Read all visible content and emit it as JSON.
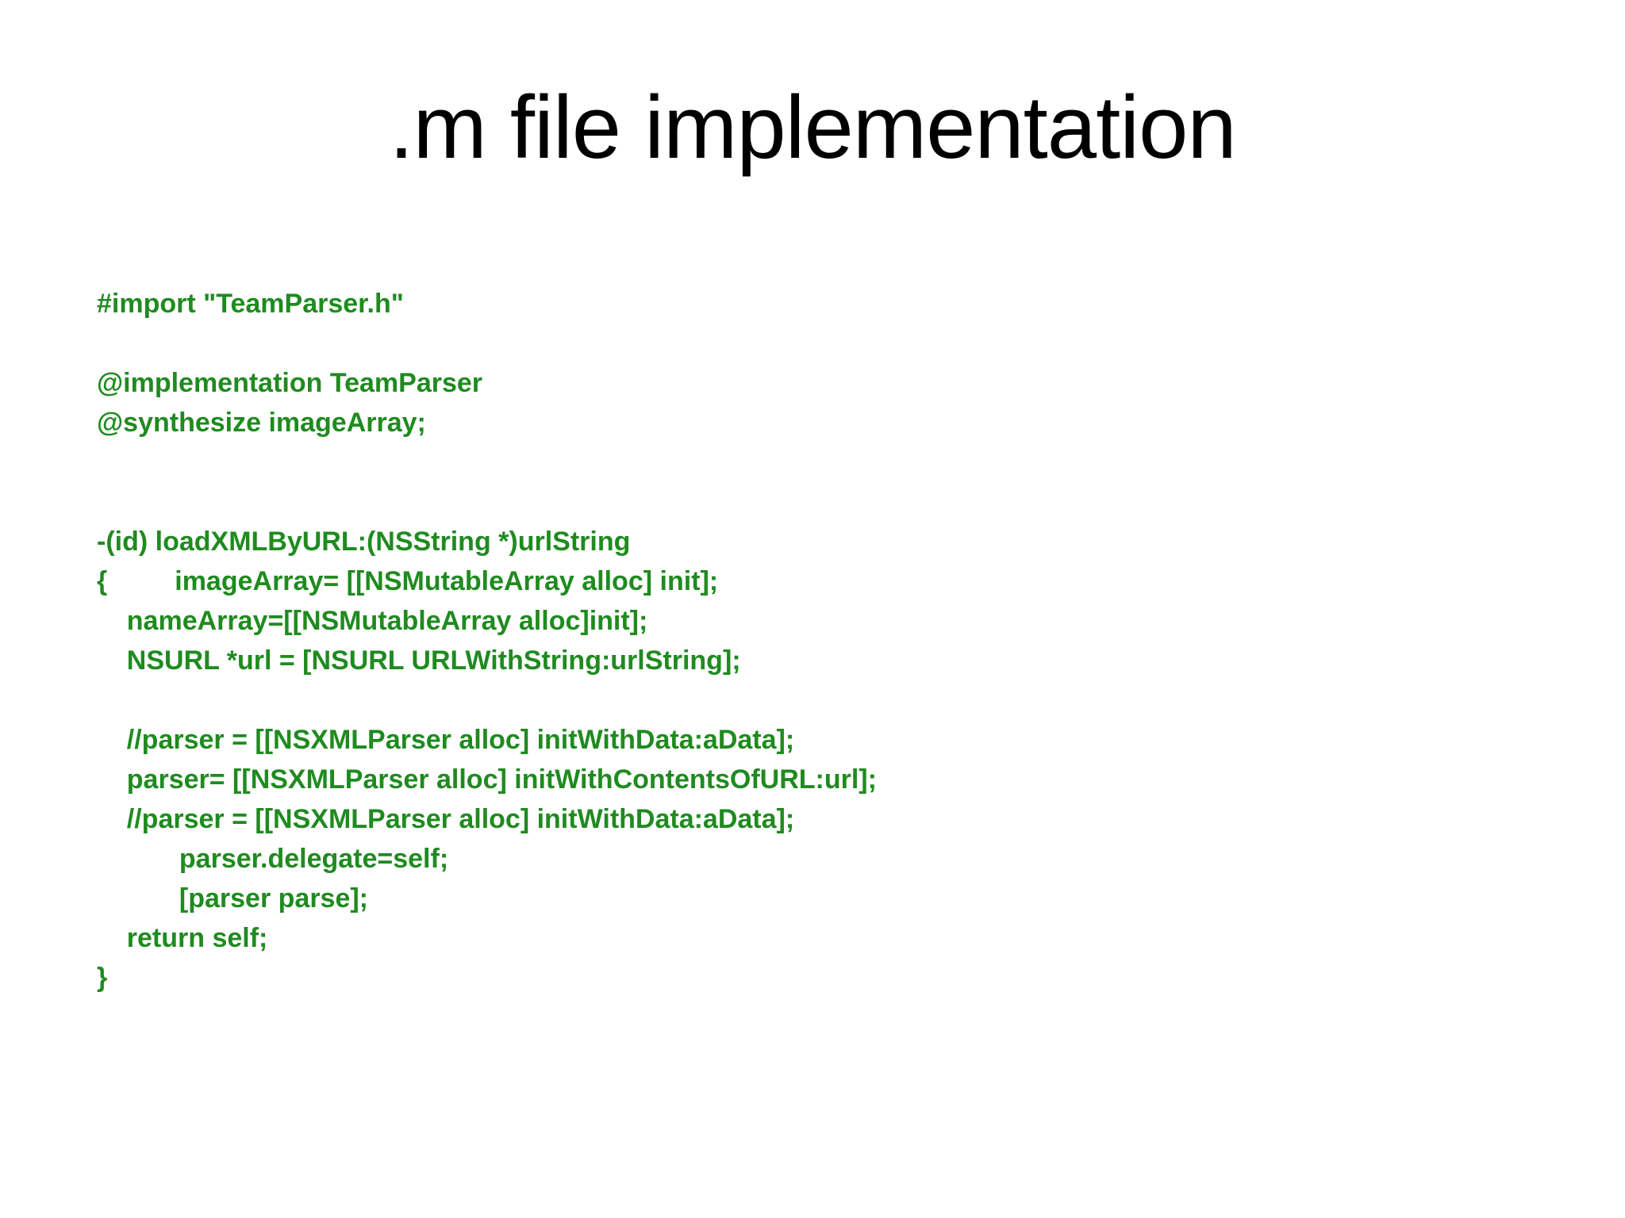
{
  "slide": {
    "title": ".m file implementation",
    "colors": {
      "background": "#ffffff",
      "title_text": "#000000",
      "code_text": "#1f8b1f"
    },
    "code_lines": [
      "#import \"TeamParser.h\"",
      "",
      "@implementation TeamParser",
      "@synthesize imageArray;",
      "",
      "",
      "-(id) loadXMLByURL:(NSString *)urlString",
      "{         imageArray= [[NSMutableArray alloc] init];",
      "    nameArray=[[NSMutableArray alloc]init];",
      "    NSURL *url = [NSURL URLWithString:urlString];",
      "",
      "    //parser = [[NSXMLParser alloc] initWithData:aData];",
      "    parser= [[NSXMLParser alloc] initWithContentsOfURL:url];",
      "    //parser = [[NSXMLParser alloc] initWithData:aData];",
      "           parser.delegate=self;",
      "           [parser parse];",
      "    return self;",
      "}"
    ]
  }
}
